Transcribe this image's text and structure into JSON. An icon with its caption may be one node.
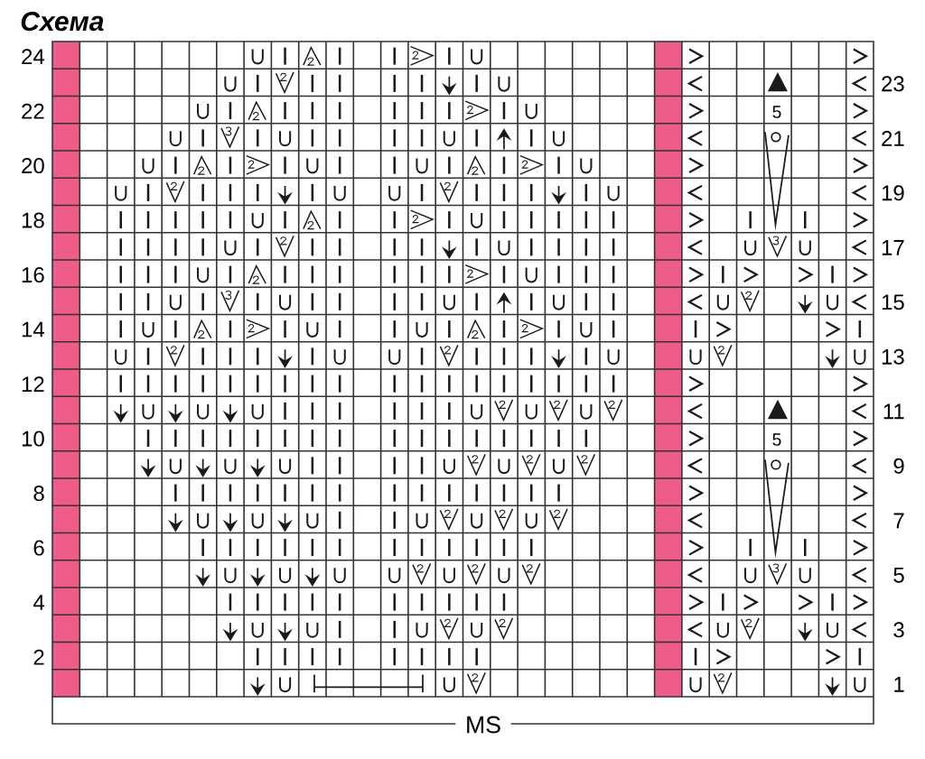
{
  "diagram": {
    "title": "Схема",
    "labels": [
      "24",
      "23",
      "22",
      "5",
      "21",
      "20",
      "19",
      "18",
      "17",
      "16",
      "15",
      "14",
      "13",
      "12",
      "11",
      "10",
      "5",
      "9",
      "8",
      "7",
      "6",
      "5",
      "4",
      "3",
      "2",
      "1",
      "MS"
    ]
  }
}
